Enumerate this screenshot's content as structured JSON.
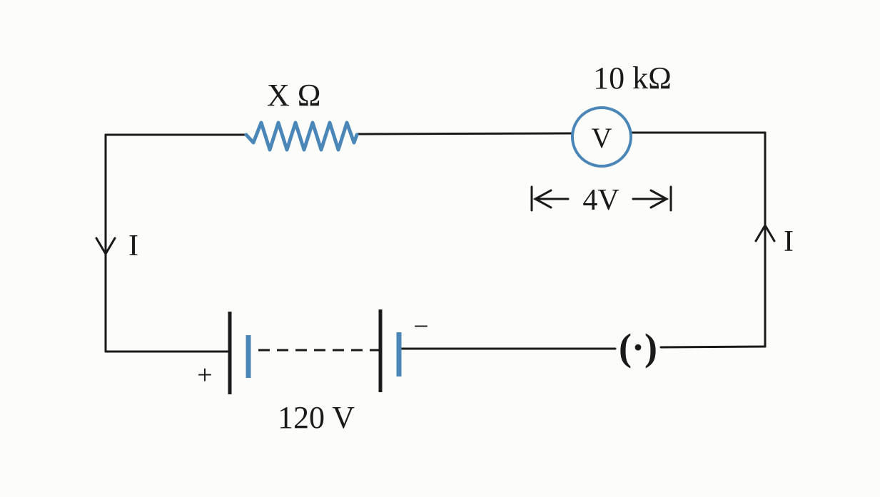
{
  "labels": {
    "resistor": "X Ω",
    "voltmeter_resistance": "10 kΩ",
    "voltmeter_symbol": "V",
    "voltmeter_reading": "4V",
    "current_left": "I",
    "current_right": "I",
    "plus_terminal": "+",
    "minus_terminal": "−",
    "battery": "120 V",
    "unknown_element": "(·)"
  },
  "colors": {
    "wire": "#1a1a1a",
    "component": "#4a86b8"
  }
}
